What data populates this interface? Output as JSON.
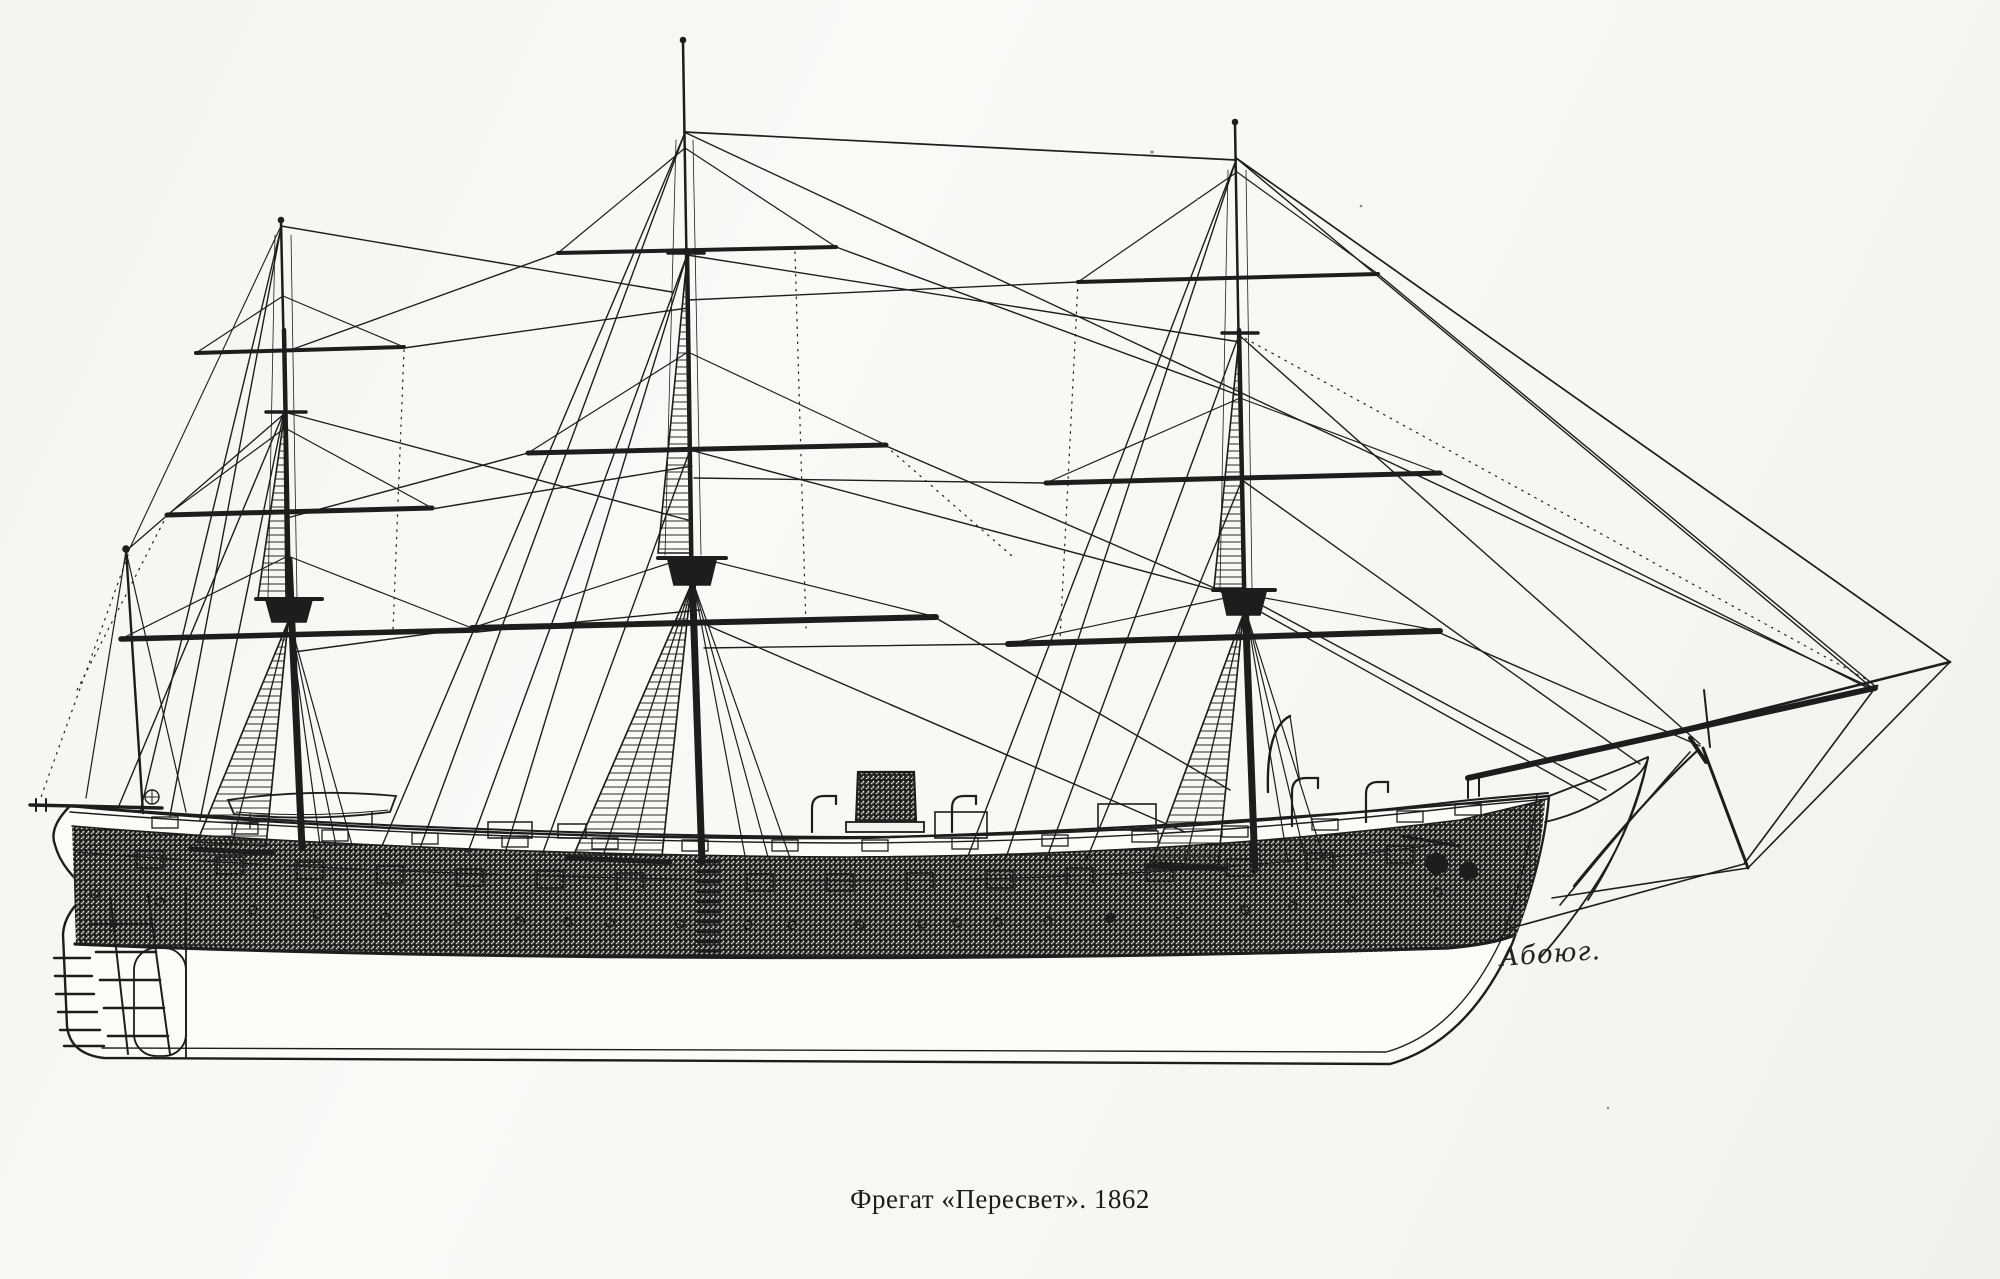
{
  "page": {
    "kind": "scanned book illustration",
    "paper_color": "#f7f6f2",
    "ink_color": "#1e1d1b",
    "hull_shade_color": "#e7e6e0"
  },
  "figure": {
    "caption": "Фрегат «Пересвет». 1862",
    "signature": "Абоюг.",
    "subject": "side profile line drawing of a three-masted steam frigate with full rigging, clipper bow, bowsprit and single funnel"
  }
}
